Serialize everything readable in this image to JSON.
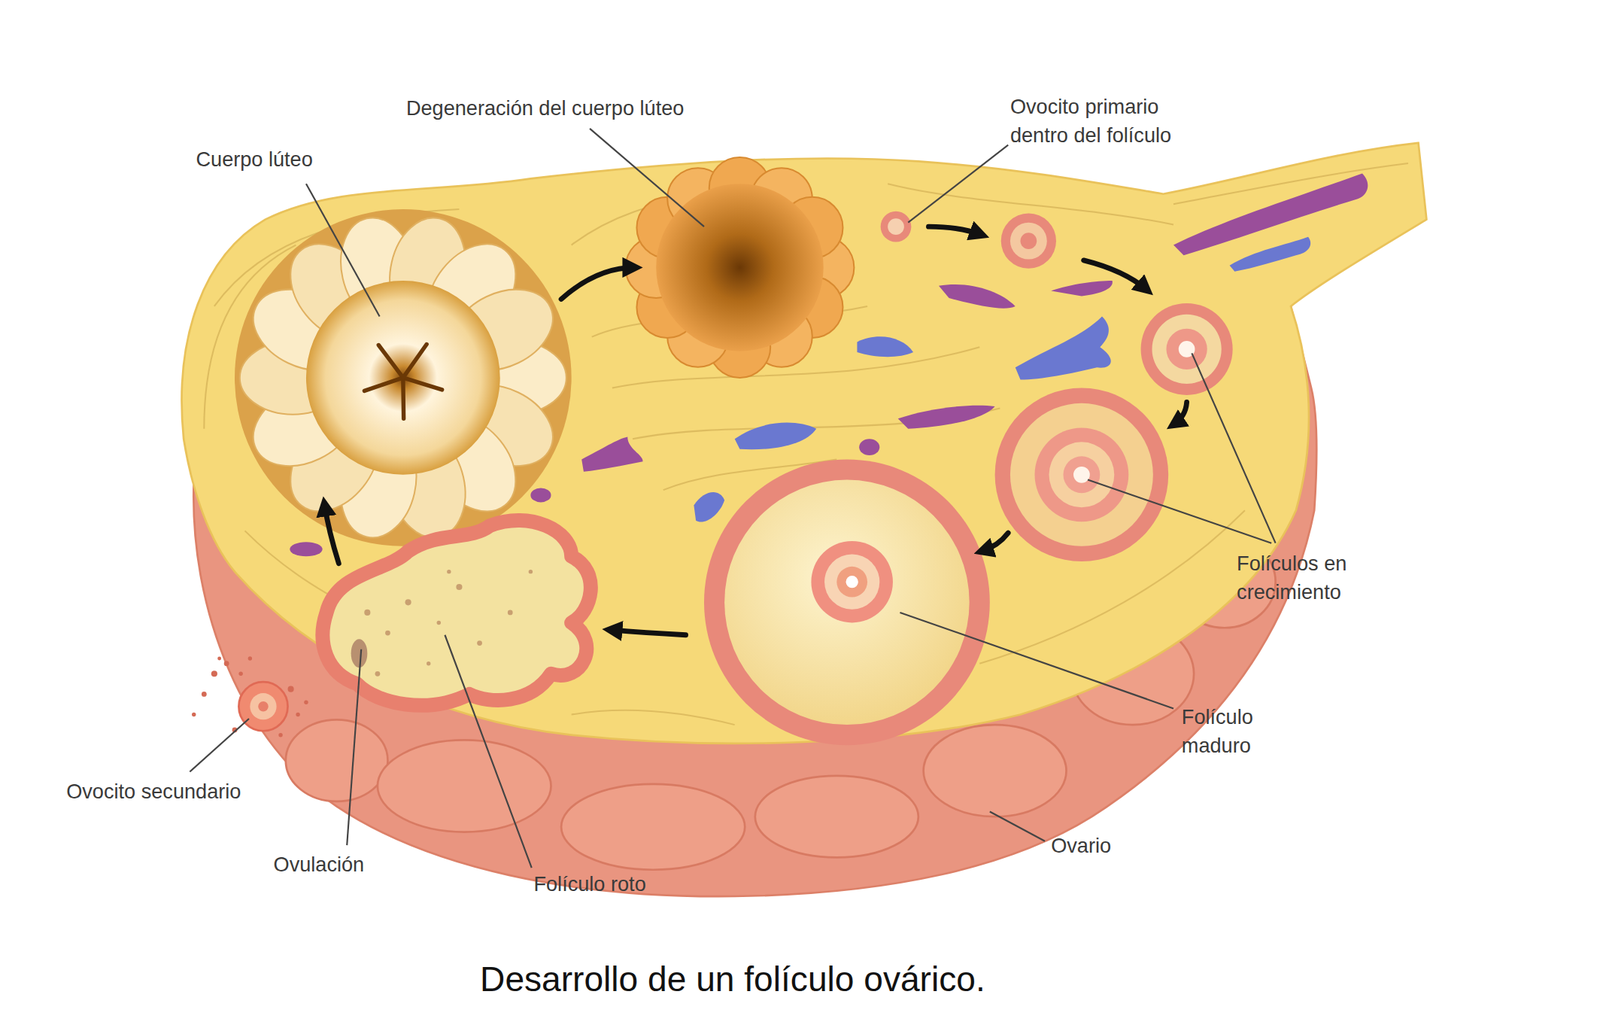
{
  "diagram": {
    "caption": "Desarrollo de un folículo ovárico.",
    "labels": [
      "Cuerpo lúteo",
      "Degeneración del cuerpo lúteo",
      "Ovocito primario dentro del folículo",
      "Folículos en crecimiento",
      "Folículo maduro",
      "Ovario",
      "Folículo roto",
      "Ovulación",
      "Ovocito secundario"
    ]
  }
}
